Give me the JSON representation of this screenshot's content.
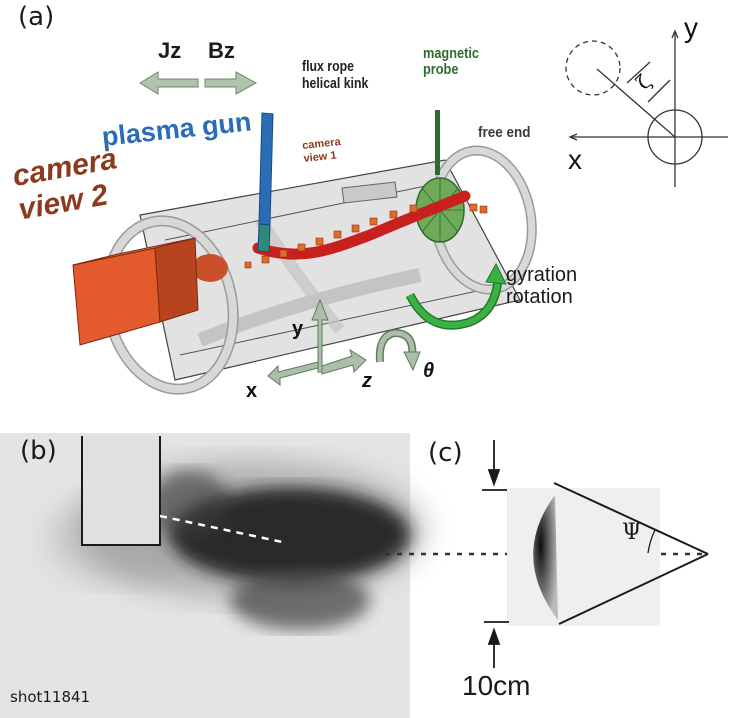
{
  "figure": {
    "panel_a": {
      "label": "(a)",
      "arrows": {
        "left": "Jz",
        "right": "Bz"
      },
      "labels": {
        "flux_rope_line1": "flux rope",
        "flux_rope_line2": "helical kink",
        "magnetic_probe_line1": "magnetic",
        "magnetic_probe_line2": "probe",
        "plasma_gun": "plasma gun",
        "camera_view1_line1": "camera",
        "camera_view1_line2": "view 1",
        "camera_view2_line1": "camera",
        "camera_view2_line2": "view 2",
        "free_end": "free end",
        "gyration_line1": "gyration",
        "gyration_line2": "rotation"
      },
      "axes": {
        "x": "x",
        "y": "y",
        "z": "z",
        "theta": "θ"
      },
      "inset": {
        "x": "x",
        "y": "y",
        "zeta": "ζ"
      },
      "colors": {
        "plasma_gun": "#2a6db5",
        "probe": "#2e6b2e",
        "camera": "#d9542a",
        "flux_rope": "#c8201e",
        "camera_text": "#8b3a1e",
        "gyration_arrow": "#3cb043",
        "axis_arrows": "#a9bfa8"
      }
    },
    "panel_b": {
      "label": "(b)",
      "shot": "shot11841"
    },
    "panel_c": {
      "label": "(c)",
      "angle": "Ψ",
      "scale": "10cm"
    }
  }
}
